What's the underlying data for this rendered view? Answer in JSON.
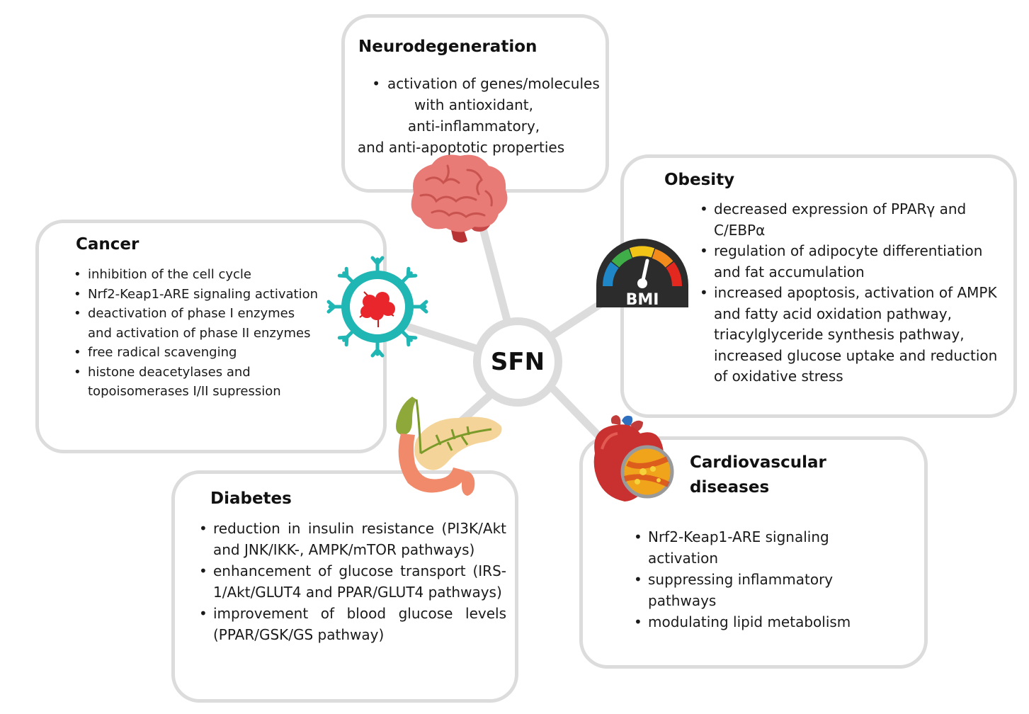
{
  "center": {
    "label": "SFN"
  },
  "colors": {
    "connector": "#dcdcdc",
    "card_border": "#dcdcdc"
  },
  "neuro": {
    "title": "Neurodegeneration",
    "lines": [
      "activation of genes/molecules",
      "with antioxidant,",
      "anti-inflammatory,",
      "and anti-apoptotic properties"
    ],
    "icon": "brain-icon"
  },
  "obesity": {
    "title": "Obesity",
    "items": [
      "decreased expression of PPARγ and C/EBPα",
      " regulation of adipocyte differentiation and fat accumulation",
      "increased apoptosis, activation of AMPK and fatty acid oxidation pathway, triacylglyceride synthesis pathway, increased glucose uptake and reduction of oxidative stress"
    ],
    "icon": "bmi-gauge-icon",
    "icon_label": "BMI"
  },
  "cancer": {
    "title": "Cancer",
    "items": [
      "inhibition of the cell cycle",
      "Nrf2-Keap1-ARE signaling activation",
      " deactivation of phase I enzymes and activation of phase II enzymes",
      "free radical scavenging",
      " histone deacetylases and topoisomerases I/II supression"
    ],
    "icon": "cancer-cell-icon"
  },
  "diabetes": {
    "title": "Diabetes",
    "items": [
      "reduction in insulin resistance (PI3K/Akt and JNK/IKK-, AMPK/mTOR pathways)",
      "enhancement of glucose transport (IRS-1/Akt/GLUT4 and PPAR/GLUT4 pathways)",
      "improvement of blood glucose levels (PPAR/GSK/GS pathway)"
    ],
    "icon": "pancreas-icon"
  },
  "cardio": {
    "title": "Cardiovascular diseases",
    "items": [
      "Nrf2-Keap1-ARE signaling activation",
      " suppressing inflammatory pathways",
      "modulating lipid metabolism"
    ],
    "icon": "heart-icon"
  }
}
